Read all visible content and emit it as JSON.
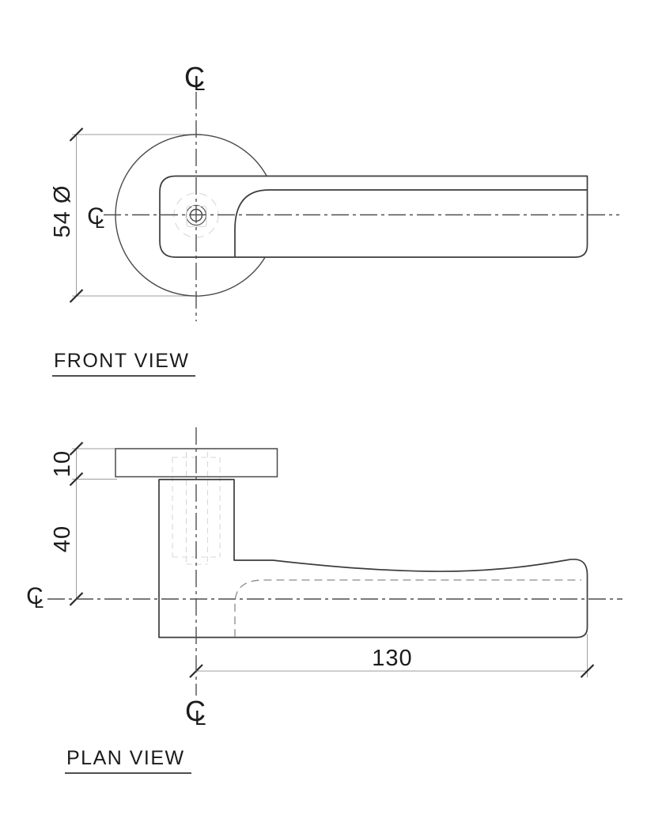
{
  "front_view": {
    "label": "FRONT VIEW",
    "diameter_dim": "54 Ø"
  },
  "plan_view": {
    "label": "PLAN VIEW",
    "rose_thickness_dim": "10",
    "neck_height_dim": "40",
    "lever_length_dim": "130"
  },
  "centerline_symbol": {
    "c": "C",
    "l": "L"
  },
  "colors": {
    "object_line": "#3c3c3c",
    "rose_line": "#4a4a4a",
    "centerline": "#4f4f4f",
    "dimension_line": "#9e9e9e",
    "hidden_line": "#8a8a8a",
    "faint_line": "#d8d8d8",
    "tick": "#2b2b2b",
    "text": "#1b1b1b",
    "background": "#ffffff"
  }
}
